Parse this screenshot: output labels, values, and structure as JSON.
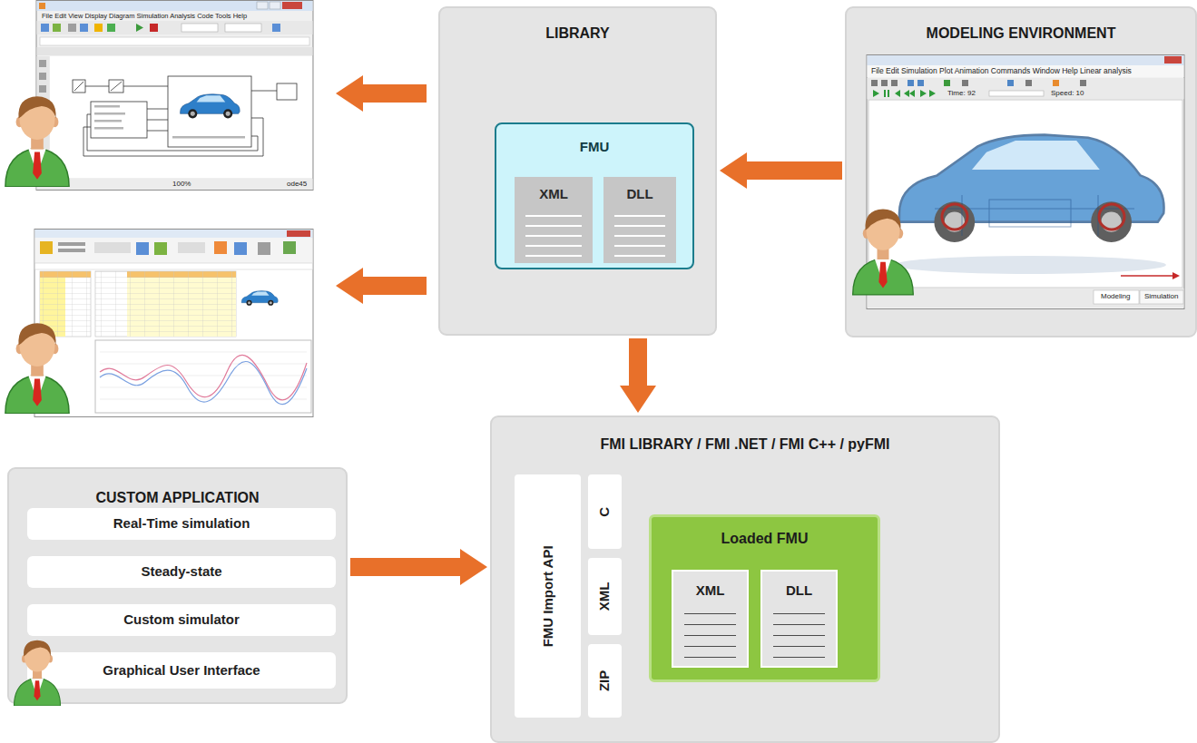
{
  "diagram": {
    "nodes": [
      {
        "text": [
          "LIBRARY"
        ]
      },
      {
        "text": [
          "FMU"
        ],
        "in": 0
      },
      {
        "text": [
          "XML"
        ],
        "in": 1
      },
      {
        "text": [
          "DLL"
        ],
        "in": 1
      },
      {
        "text": [
          "MODELING ENVIRONMENT"
        ]
      },
      {
        "text": [
          "CUSTOM APPLICATION"
        ]
      },
      {
        "text": [
          "Real-Time simulation"
        ],
        "in": 5
      },
      {
        "text": [
          "Steady-state"
        ],
        "in": 5
      },
      {
        "text": [
          "Custom simulator"
        ],
        "in": 5
      },
      {
        "text": [
          "Graphical User Interface"
        ],
        "in": 5
      },
      {
        "text": [
          "FMI LIBRARY / FMI .NET / FMI C++ / pyFMI"
        ]
      },
      {
        "text": [
          "FMU Import API"
        ],
        "in": 10
      },
      {
        "text": [
          "C"
        ],
        "in": 10
      },
      {
        "text": [
          "XML"
        ],
        "in": 10
      },
      {
        "text": [
          "ZIP"
        ],
        "in": 10
      },
      {
        "text": [
          "Loaded FMU"
        ],
        "in": 10
      },
      {
        "text": [
          "XML"
        ],
        "in": 15
      },
      {
        "text": [
          "DLL"
        ],
        "in": 15
      }
    ],
    "edges": [
      {
        "from": 4,
        "to": 0,
        "arrow": "to"
      },
      {
        "from": 0,
        "to": 10,
        "arrow": "to"
      },
      {
        "from": 5,
        "to": 10,
        "arrow": "to"
      }
    ],
    "labels": [
      "File Edit View Display Diagram Simulation Analysis Code Tools Help",
      "100%",
      "ode45",
      "File Edit Simulation Plot Animation Commands Window Help Linear analysis",
      "Time: 92",
      "Speed: 10",
      "Modeling",
      "Simulation"
    ]
  }
}
